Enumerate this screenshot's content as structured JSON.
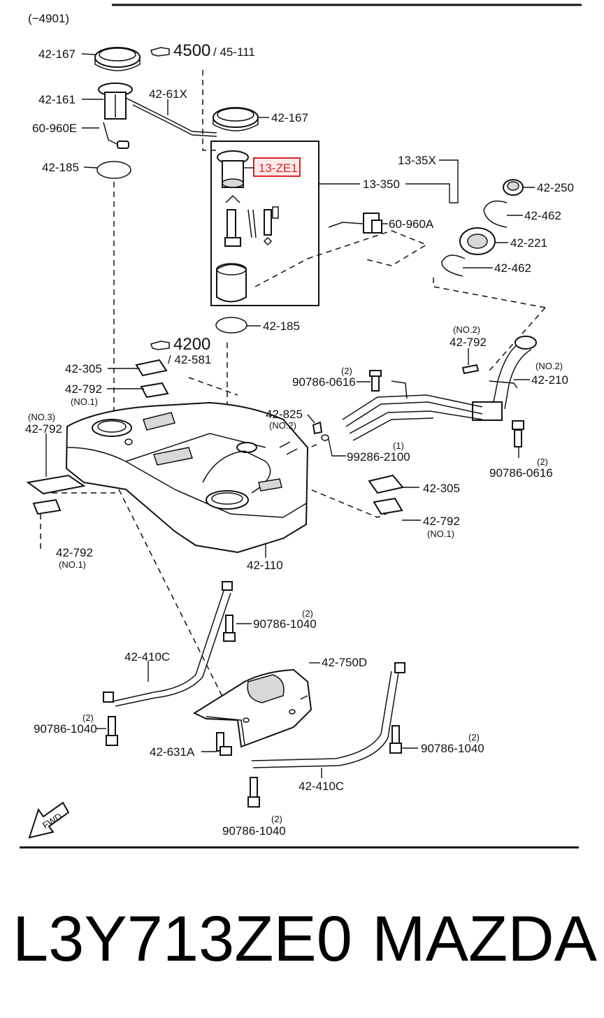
{
  "diagram": {
    "range": "(−4901)",
    "refs": {
      "r4500": "4500",
      "r4500_sub": "/ 45-111",
      "r4200": "4200",
      "r4200_sub": "/ 42-581"
    },
    "labels": {
      "l42_167a": "42-167",
      "l42_161": "42-161",
      "l60_960E": "60-960E",
      "l42_185a": "42-185",
      "l42_61X": "42-61X",
      "l42_167b": "42-167",
      "l13_ZE1": "13-ZE1",
      "l13_35X": "13-35X",
      "l13_350": "13-350",
      "l60_960A": "60-960A",
      "l42_250": "42-250",
      "l42_462a": "42-462",
      "l42_221": "42-221",
      "l42_462b": "42-462",
      "l42_185b": "42-185",
      "l42_792a_no2": "(NO.2)",
      "l42_792a": "42-792",
      "l42_210_no2": "(NO.2)",
      "l42_210": "42-210",
      "l42_305a": "42-305",
      "l42_792b": "42-792",
      "l42_792b_no1": "(NO.1)",
      "l90786_0616a_qty": "(2)",
      "l90786_0616a": "90786-0616",
      "l42_825": "42-825",
      "l42_825_no2": "(NO.2)",
      "l99286_qty": "(1)",
      "l99286": "99286-2100",
      "l90786_0616b": "90786-0616",
      "l90786_0616b_qty": "(2)",
      "l42_792c_no3": "(NO.3)",
      "l42_792c": "42-792",
      "l42_305b": "42-305",
      "l42_792d": "42-792",
      "l42_792d_no1": "(NO.1)",
      "l42_792e": "42-792",
      "l42_792e_no1": "(NO.1)",
      "l42_110": "42-110",
      "l90786_1040a_qty": "(2)",
      "l90786_1040a": "90786-1040",
      "l42_410Ca": "42-410C",
      "l42_750D": "42-750D",
      "l90786_1040b_qty": "(2)",
      "l90786_1040b": "90786-1040",
      "l42_631A": "42-631A",
      "l90786_1040c_qty": "(2)",
      "l90786_1040c": "90786-1040",
      "l42_410Cb": "42-410C",
      "l90786_1040d_qty": "(2)",
      "l90786_1040d": "90786-1040"
    },
    "fwd": "FWD"
  },
  "caption": {
    "part_number": "L3Y713ZE0",
    "brand": "MAZDA"
  }
}
